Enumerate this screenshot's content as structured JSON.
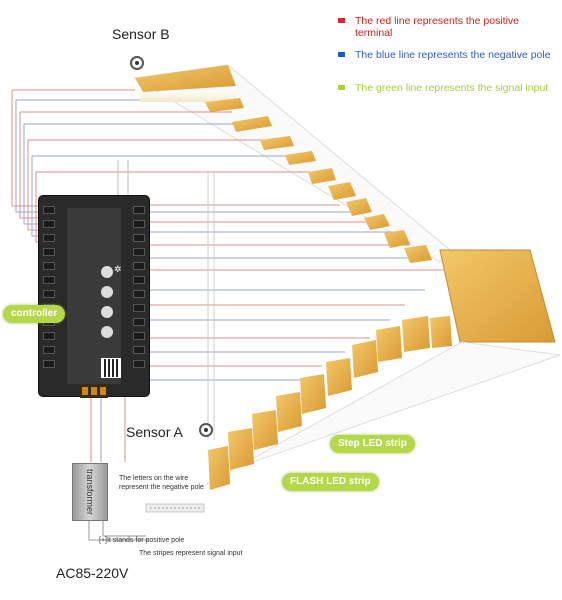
{
  "legend": [
    {
      "text": "The red line represents the positive terminal",
      "color": "#cc1f1f",
      "mark": "#d8212a"
    },
    {
      "text": "The blue line represents the negative pole",
      "color": "#2f5ec2",
      "mark": "#2455c2"
    },
    {
      "text": "The green line represents the signal input",
      "color": "#a8cf3a",
      "mark": "#a9d13a"
    }
  ],
  "sensor_b": {
    "label": "Sensor B"
  },
  "sensor_a": {
    "label": "Sensor A"
  },
  "controller": {
    "label": "controller"
  },
  "step_strip": {
    "label": "Step LED strip"
  },
  "flash_strip": {
    "label": "FLASH LED strip"
  },
  "transformer": {
    "label": "transformer"
  },
  "notes": {
    "negative": "The letters on the wire represent the negative pole",
    "positive": "[+]It stands for positive pole",
    "signal": "The stripes represent signal input"
  },
  "power": {
    "label": "AC85-220V"
  },
  "colors": {
    "wood": "#e8b24a",
    "wood_dark": "#c98d2e",
    "wire_red": "#d87c7c",
    "wire_blue": "#7f8fc6",
    "wire_gray": "#bdbdbd"
  }
}
